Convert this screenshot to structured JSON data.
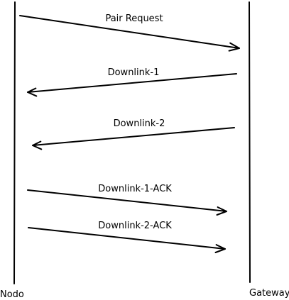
{
  "participants": {
    "left": "Nodo",
    "right": "Gateway"
  },
  "messages": [
    {
      "label": "Pair Request",
      "from": "Nodo",
      "to": "Gateway"
    },
    {
      "label": "Downlink-1",
      "from": "Gateway",
      "to": "Nodo"
    },
    {
      "label": "Downlink-2",
      "from": "Gateway",
      "to": "Nodo"
    },
    {
      "label": "Downlink-1-ACK",
      "from": "Nodo",
      "to": "Gateway"
    },
    {
      "label": "Downlink-2-ACK",
      "from": "Nodo",
      "to": "Gateway"
    }
  ]
}
